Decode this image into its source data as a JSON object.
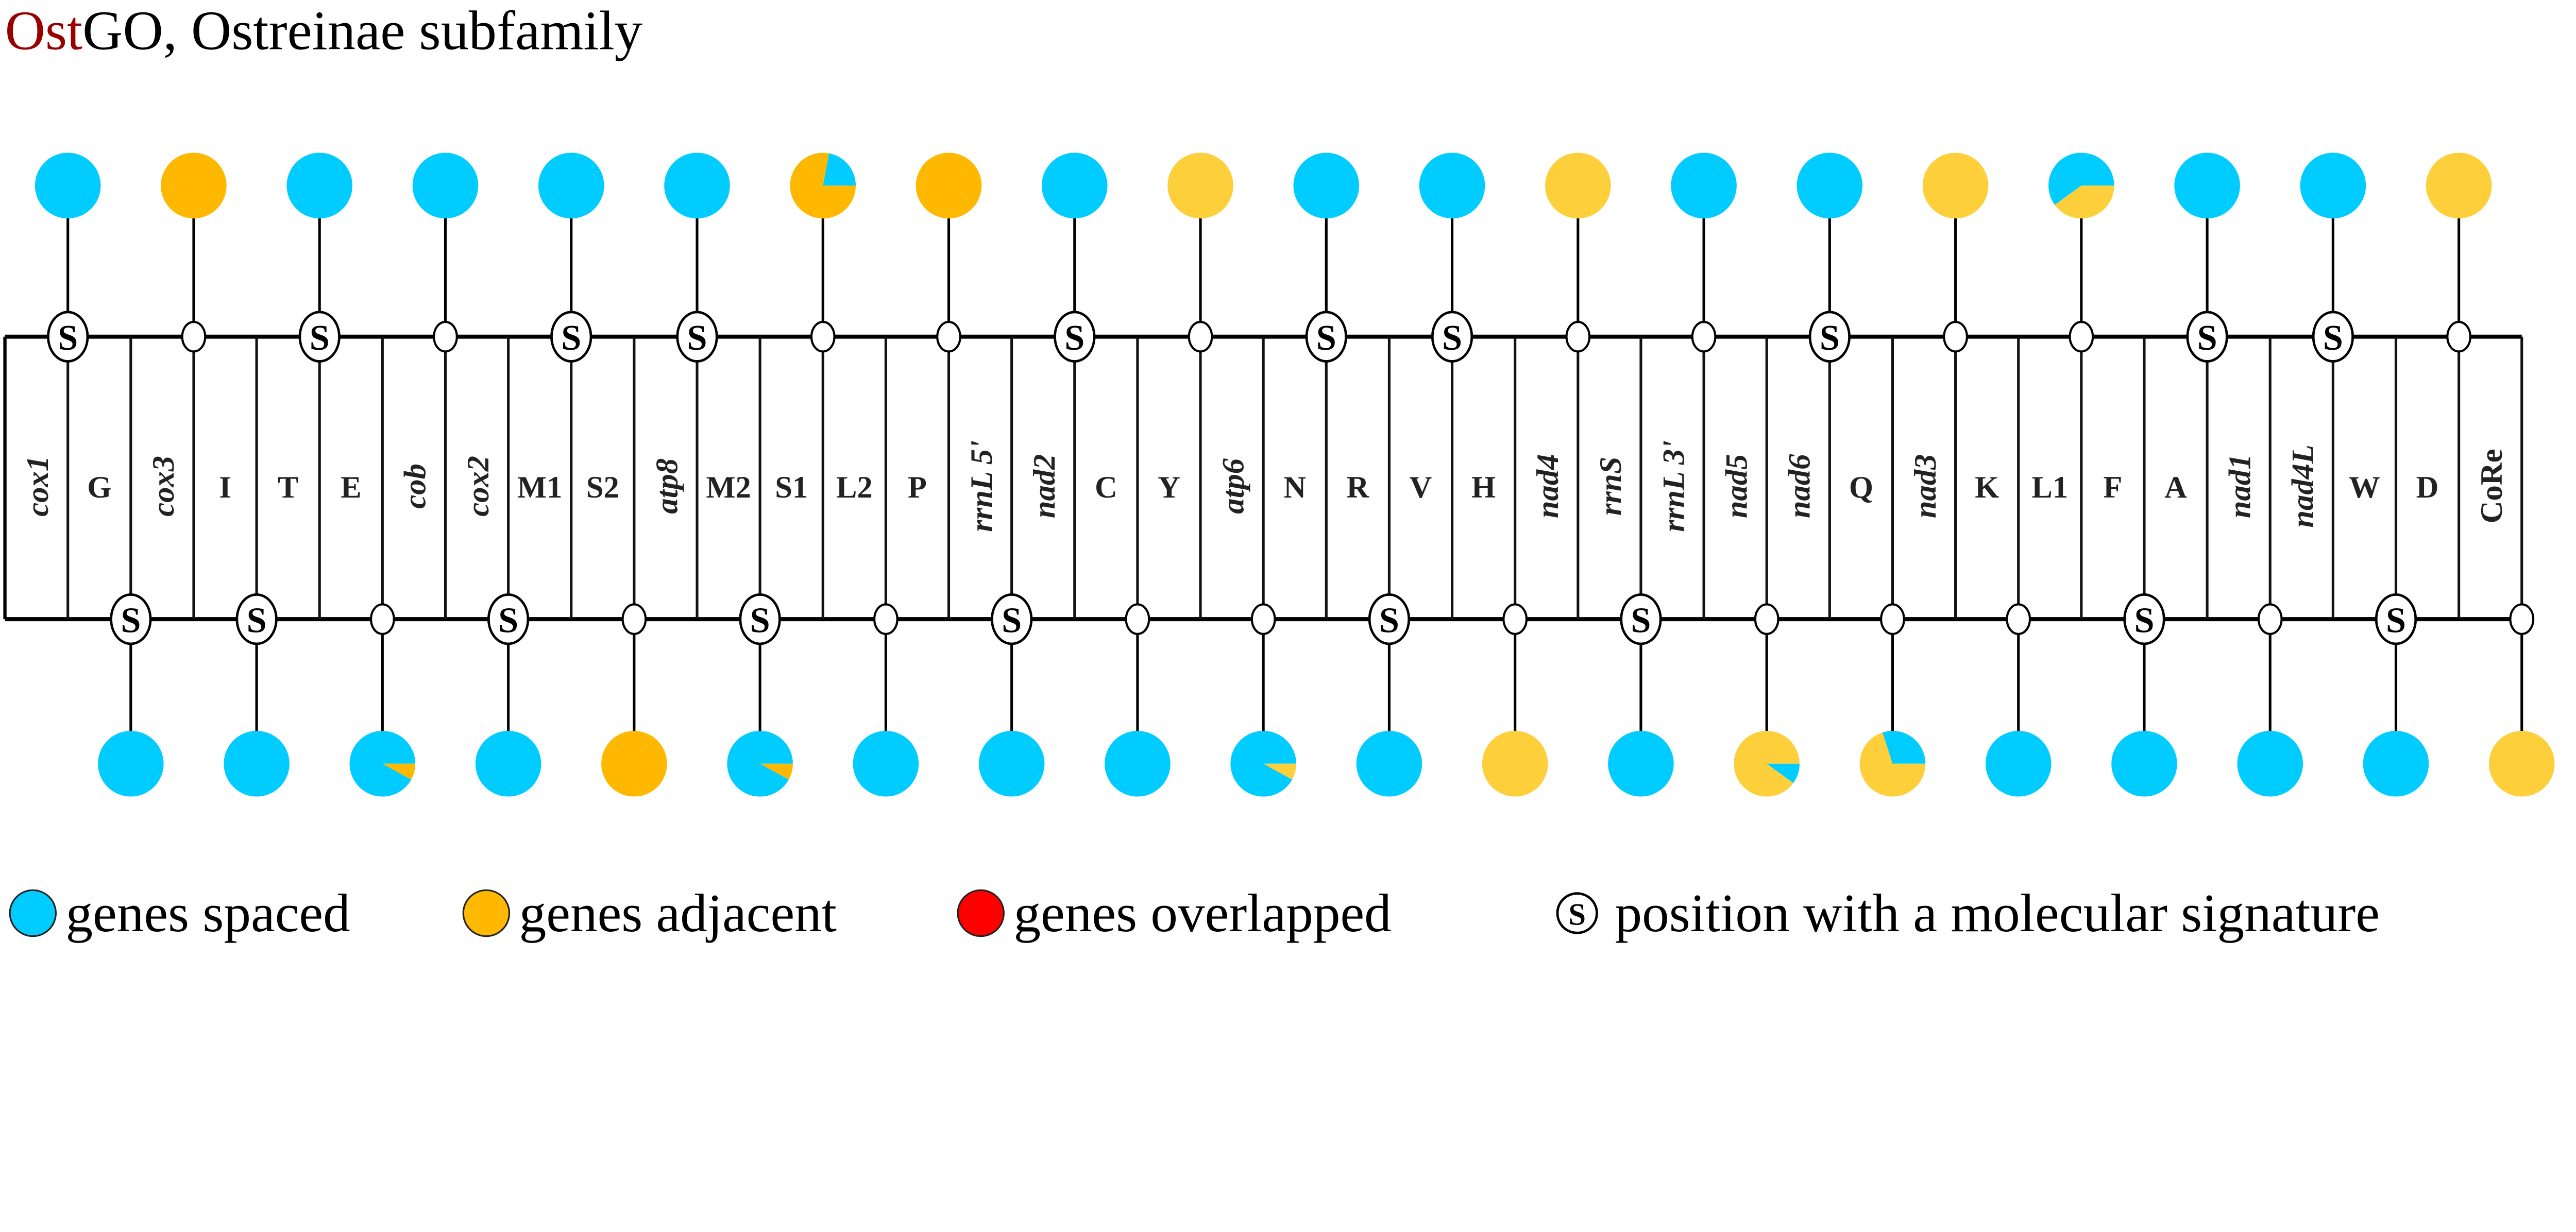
{
  "title": {
    "prefix": "Ost",
    "suffix": "GO",
    "rest": ", Ostreinae subfamily"
  },
  "colors": {
    "spaced": "#00CCFF",
    "adjacent": "#FFB800",
    "adjacent_light": "#FCCF3B",
    "overlapped": "#FF0000",
    "title_accent": "#990000"
  },
  "cells": [
    {
      "label": "cox1",
      "italic": true
    },
    {
      "label": "G",
      "italic": false
    },
    {
      "label": "cox3",
      "italic": true
    },
    {
      "label": "I",
      "italic": false
    },
    {
      "label": "T",
      "italic": false
    },
    {
      "label": "E",
      "italic": false
    },
    {
      "label": "cob",
      "italic": true
    },
    {
      "label": "cox2",
      "italic": true
    },
    {
      "label": "M1",
      "italic": false
    },
    {
      "label": "S2",
      "italic": false
    },
    {
      "label": "atp8",
      "italic": true
    },
    {
      "label": "M2",
      "italic": false
    },
    {
      "label": "S1",
      "italic": false
    },
    {
      "label": "L2",
      "italic": false
    },
    {
      "label": "P",
      "italic": false
    },
    {
      "label": "rrnL 5'",
      "italic": true
    },
    {
      "label": "nad2",
      "italic": true
    },
    {
      "label": "C",
      "italic": false
    },
    {
      "label": "Y",
      "italic": false
    },
    {
      "label": "atp6",
      "italic": true
    },
    {
      "label": "N",
      "italic": false
    },
    {
      "label": "R",
      "italic": false
    },
    {
      "label": "V",
      "italic": false
    },
    {
      "label": "H",
      "italic": false
    },
    {
      "label": "nad4",
      "italic": true
    },
    {
      "label": "rrnS",
      "italic": true
    },
    {
      "label": "rrnL 3'",
      "italic": true
    },
    {
      "label": "nad5",
      "italic": true
    },
    {
      "label": "nad6",
      "italic": true
    },
    {
      "label": "Q",
      "italic": false
    },
    {
      "label": "nad3",
      "italic": true
    },
    {
      "label": "K",
      "italic": false
    },
    {
      "label": "L1",
      "italic": false
    },
    {
      "label": "F",
      "italic": false
    },
    {
      "label": "A",
      "italic": false
    },
    {
      "label": "nad1",
      "italic": true
    },
    {
      "label": "nad4L",
      "italic": true
    },
    {
      "label": "W",
      "italic": false
    },
    {
      "label": "D",
      "italic": false
    },
    {
      "label": "CoRe",
      "italic": false,
      "rotated": true
    }
  ],
  "signature_letter": "S",
  "top_junctions": [
    {
      "signature": true,
      "pie": [
        [
          "spaced",
          1
        ]
      ]
    },
    {
      "signature": false,
      "pie": [
        [
          "adjacent",
          1
        ]
      ]
    },
    {
      "signature": true,
      "pie": [
        [
          "spaced",
          1
        ]
      ]
    },
    {
      "signature": false,
      "pie": [
        [
          "spaced",
          1
        ]
      ]
    },
    {
      "signature": true,
      "pie": [
        [
          "spaced",
          1
        ]
      ]
    },
    {
      "signature": true,
      "pie": [
        [
          "spaced",
          1
        ]
      ]
    },
    {
      "signature": false,
      "pie": [
        [
          "spaced",
          0.22
        ],
        [
          "adjacent",
          0.78
        ]
      ]
    },
    {
      "signature": false,
      "pie": [
        [
          "adjacent",
          1
        ]
      ]
    },
    {
      "signature": true,
      "pie": [
        [
          "spaced",
          1
        ]
      ]
    },
    {
      "signature": false,
      "pie": [
        [
          "adjacent_light",
          1
        ]
      ]
    },
    {
      "signature": true,
      "pie": [
        [
          "spaced",
          1
        ]
      ]
    },
    {
      "signature": true,
      "pie": [
        [
          "spaced",
          1
        ]
      ]
    },
    {
      "signature": false,
      "pie": [
        [
          "adjacent_light",
          1
        ]
      ]
    },
    {
      "signature": false,
      "pie": [
        [
          "spaced",
          1
        ]
      ]
    },
    {
      "signature": true,
      "pie": [
        [
          "spaced",
          1
        ]
      ]
    },
    {
      "signature": false,
      "pie": [
        [
          "adjacent_light",
          1
        ]
      ]
    },
    {
      "signature": false,
      "pie": [
        [
          "spaced",
          0.6
        ],
        [
          "adjacent_light",
          0.4
        ]
      ]
    },
    {
      "signature": true,
      "pie": [
        [
          "spaced",
          1
        ]
      ]
    },
    {
      "signature": true,
      "pie": [
        [
          "spaced",
          1
        ]
      ]
    },
    {
      "signature": false,
      "pie": [
        [
          "adjacent_light",
          1
        ]
      ]
    }
  ],
  "bottom_junctions": [
    {
      "signature": true,
      "pie": [
        [
          "spaced",
          1
        ]
      ]
    },
    {
      "signature": true,
      "pie": [
        [
          "spaced",
          1
        ]
      ]
    },
    {
      "signature": false,
      "pie": [
        [
          "spaced",
          0.92
        ],
        [
          "adjacent",
          0.08
        ]
      ]
    },
    {
      "signature": true,
      "pie": [
        [
          "spaced",
          1
        ]
      ]
    },
    {
      "signature": false,
      "pie": [
        [
          "adjacent",
          1
        ]
      ]
    },
    {
      "signature": true,
      "pie": [
        [
          "spaced",
          0.92
        ],
        [
          "adjacent",
          0.08
        ]
      ]
    },
    {
      "signature": false,
      "pie": [
        [
          "spaced",
          1
        ]
      ]
    },
    {
      "signature": true,
      "pie": [
        [
          "spaced",
          1
        ]
      ]
    },
    {
      "signature": false,
      "pie": [
        [
          "spaced",
          1
        ]
      ]
    },
    {
      "signature": false,
      "pie": [
        [
          "spaced",
          0.92
        ],
        [
          "adjacent_light",
          0.08
        ]
      ]
    },
    {
      "signature": true,
      "pie": [
        [
          "spaced",
          1
        ]
      ]
    },
    {
      "signature": false,
      "pie": [
        [
          "adjacent_light",
          1
        ]
      ]
    },
    {
      "signature": true,
      "pie": [
        [
          "spaced",
          1
        ]
      ]
    },
    {
      "signature": false,
      "pie": [
        [
          "adjacent_light",
          0.9
        ],
        [
          "spaced",
          0.1
        ]
      ]
    },
    {
      "signature": false,
      "pie": [
        [
          "spaced",
          0.3
        ],
        [
          "adjacent_light",
          0.7
        ]
      ]
    },
    {
      "signature": false,
      "pie": [
        [
          "spaced",
          1
        ]
      ]
    },
    {
      "signature": true,
      "pie": [
        [
          "spaced",
          1
        ]
      ]
    },
    {
      "signature": false,
      "pie": [
        [
          "spaced",
          1
        ]
      ]
    },
    {
      "signature": true,
      "pie": [
        [
          "spaced",
          1
        ]
      ]
    },
    {
      "signature": false,
      "pie": [
        [
          "adjacent_light",
          1
        ]
      ]
    }
  ],
  "legend": {
    "spaced": "genes spaced",
    "adjacent": "genes adjacent",
    "overlapped": "genes overlapped",
    "signature": "position with a molecular signature"
  }
}
